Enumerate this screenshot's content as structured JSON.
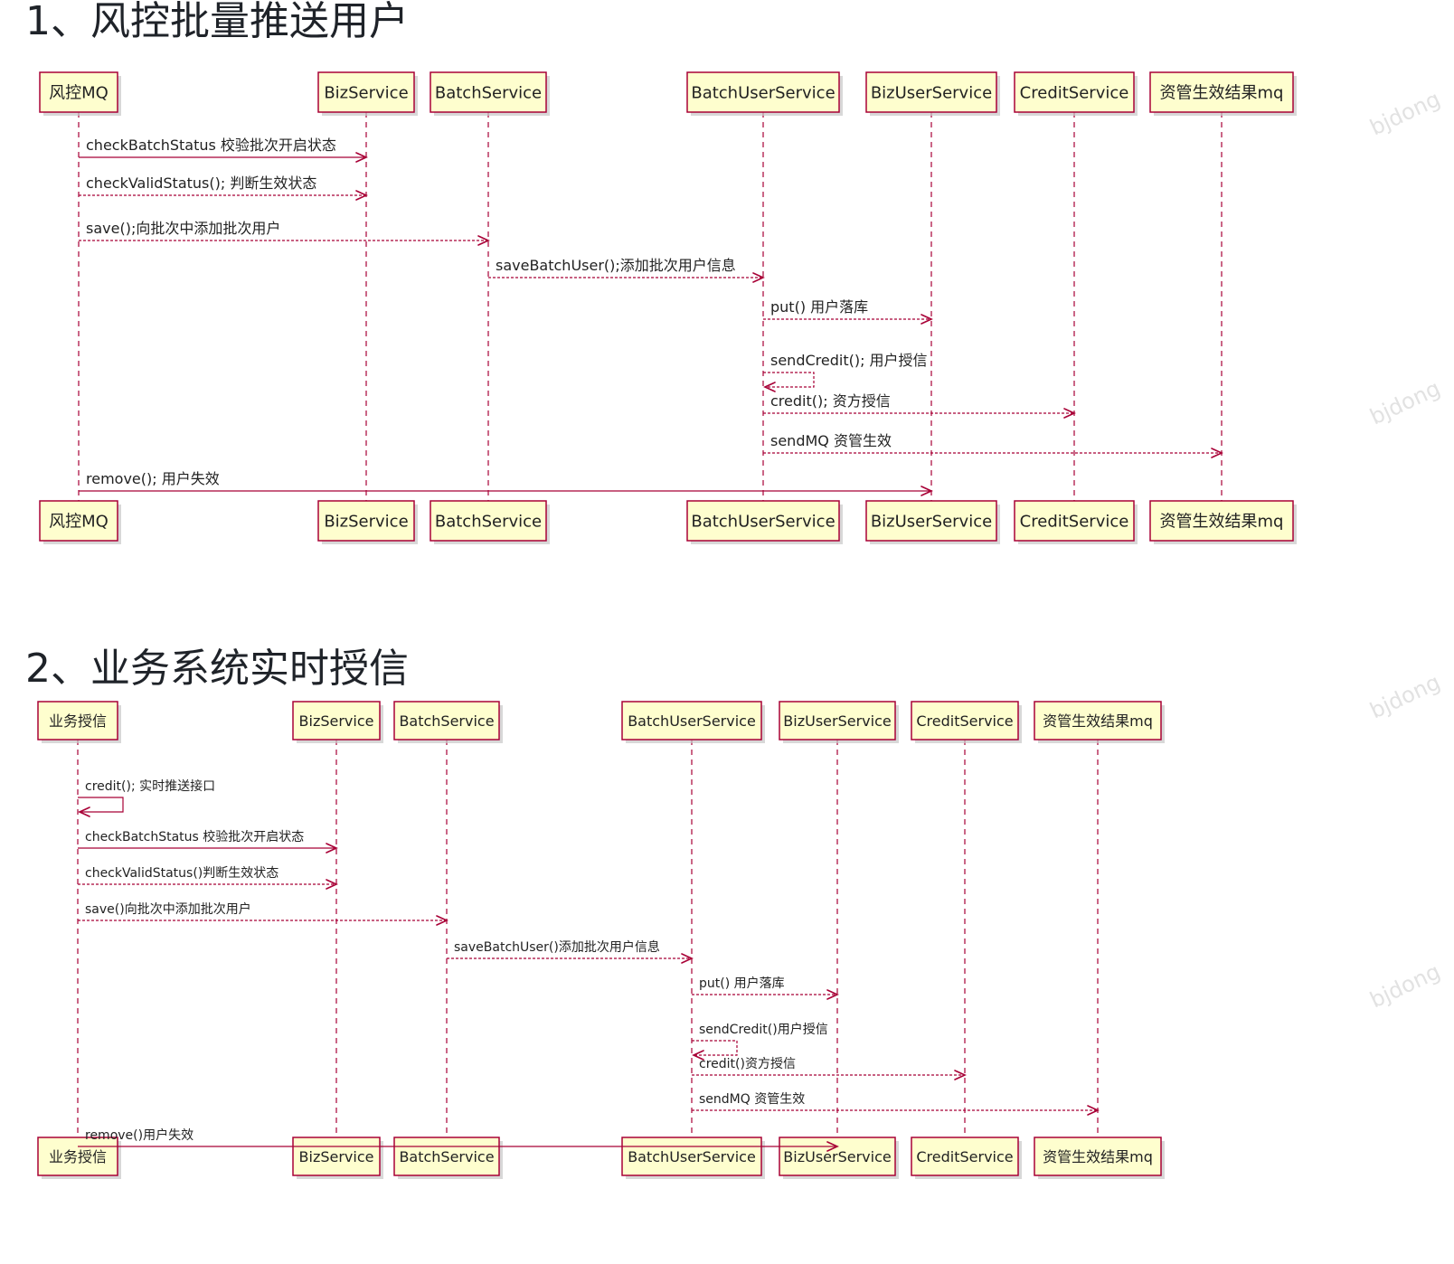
{
  "sections": [
    {
      "title": "1、风控批量推送用户",
      "participants": [
        "风控MQ",
        "BizService",
        "BatchService",
        "BatchUserService",
        "BizUserService",
        "CreditService",
        "资管生效结果mq"
      ],
      "messages": [
        {
          "from": 0,
          "to": 1,
          "label": "checkBatchStatus 校验批次开启状态",
          "style": "solid"
        },
        {
          "from": 0,
          "to": 1,
          "label": "checkValidStatus(); 判断生效状态",
          "style": "dashed"
        },
        {
          "from": 0,
          "to": 2,
          "label": "save();向批次中添加批次用户",
          "style": "dashed"
        },
        {
          "from": 2,
          "to": 3,
          "label": "saveBatchUser();添加批次用户信息",
          "style": "dashed"
        },
        {
          "from": 3,
          "to": 4,
          "label": "put() 用户落库",
          "style": "dashed"
        },
        {
          "from": 3,
          "to": 3,
          "label": "sendCredit(); 用户授信",
          "style": "dashed"
        },
        {
          "from": 3,
          "to": 5,
          "label": "credit(); 资方授信",
          "style": "dashed"
        },
        {
          "from": 3,
          "to": 6,
          "label": "sendMQ 资管生效",
          "style": "dashed"
        },
        {
          "from": 0,
          "to": 4,
          "label": "remove(); 用户失效",
          "style": "solid"
        }
      ]
    },
    {
      "title": "2、业务系统实时授信",
      "participants": [
        "业务授信",
        "BizService",
        "BatchService",
        "BatchUserService",
        "BizUserService",
        "CreditService",
        "资管生效结果mq"
      ],
      "messages": [
        {
          "from": 0,
          "to": 0,
          "label": "credit(); 实时推送接口",
          "style": "solid"
        },
        {
          "from": 0,
          "to": 1,
          "label": "checkBatchStatus 校验批次开启状态",
          "style": "solid"
        },
        {
          "from": 0,
          "to": 1,
          "label": "checkValidStatus()判断生效状态",
          "style": "dashed"
        },
        {
          "from": 0,
          "to": 2,
          "label": "save()向批次中添加批次用户",
          "style": "dashed"
        },
        {
          "from": 2,
          "to": 3,
          "label": "saveBatchUser()添加批次用户信息",
          "style": "dashed"
        },
        {
          "from": 3,
          "to": 4,
          "label": "put() 用户落库",
          "style": "dashed"
        },
        {
          "from": 3,
          "to": 3,
          "label": "sendCredit()用户授信",
          "style": "dashed"
        },
        {
          "from": 3,
          "to": 5,
          "label": "credit()资方授信",
          "style": "dashed"
        },
        {
          "from": 3,
          "to": 6,
          "label": "sendMQ 资管生效",
          "style": "dashed"
        },
        {
          "from": 0,
          "to": 4,
          "label": "remove()用户失效",
          "style": "solid"
        }
      ]
    }
  ],
  "watermarks": [
    "bjdong",
    "bjdong",
    "bjdong",
    "bjdong"
  ],
  "colors": {
    "line": "#a80036",
    "box_fill": "#fefece",
    "title": "#1f2329"
  }
}
